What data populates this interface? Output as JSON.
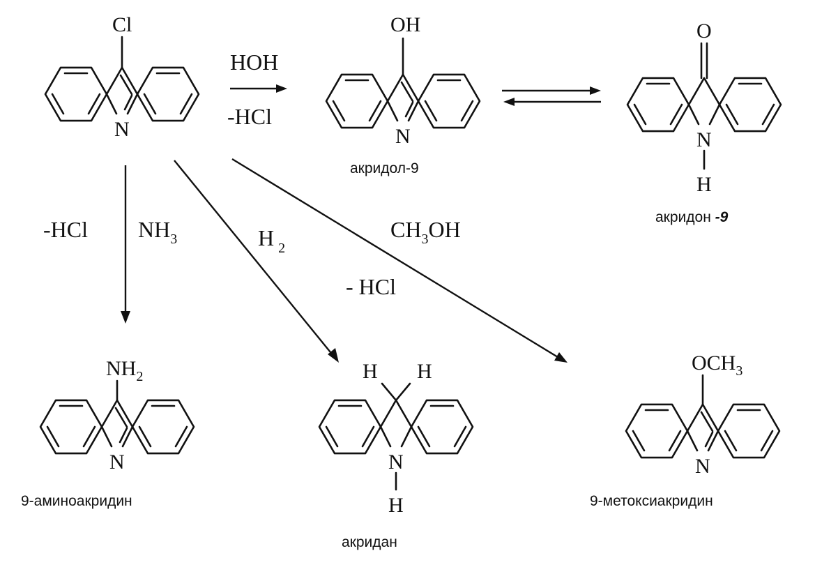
{
  "compounds": {
    "start": {
      "substituent": "Cl",
      "ring_n": "N"
    },
    "acridol": {
      "substituent": "OH",
      "ring_n": "N",
      "name": "акридол-9"
    },
    "acridone": {
      "substituent": "O",
      "ring_n": "N",
      "n_h": "H",
      "name": "акридон ",
      "name_suffix": "-9"
    },
    "aminoacridine": {
      "sub_main": "NH",
      "sub_index": "2",
      "ring_n": "N",
      "name": "9-аминоакридин"
    },
    "acridan": {
      "h_left": "H",
      "h_right": "H",
      "ring_n": "N",
      "n_h": "H",
      "name": "акридан"
    },
    "methoxyacridine": {
      "sub_main": "OCH",
      "sub_index": "3",
      "ring_n": "N",
      "name": "9-метоксиакридин"
    }
  },
  "reagents": {
    "hydrolysis_top": "HOH",
    "hydrolysis_bottom": "-HCl",
    "amination_left": "-HCl",
    "amination_right_main": "NH",
    "amination_right_index": "3",
    "hydrogenation_main": "H",
    "hydrogenation_index": "2",
    "methanol_a": "CH",
    "methanol_index": "3",
    "methanol_b": "OH",
    "methanol_bottom": "- HCl"
  }
}
